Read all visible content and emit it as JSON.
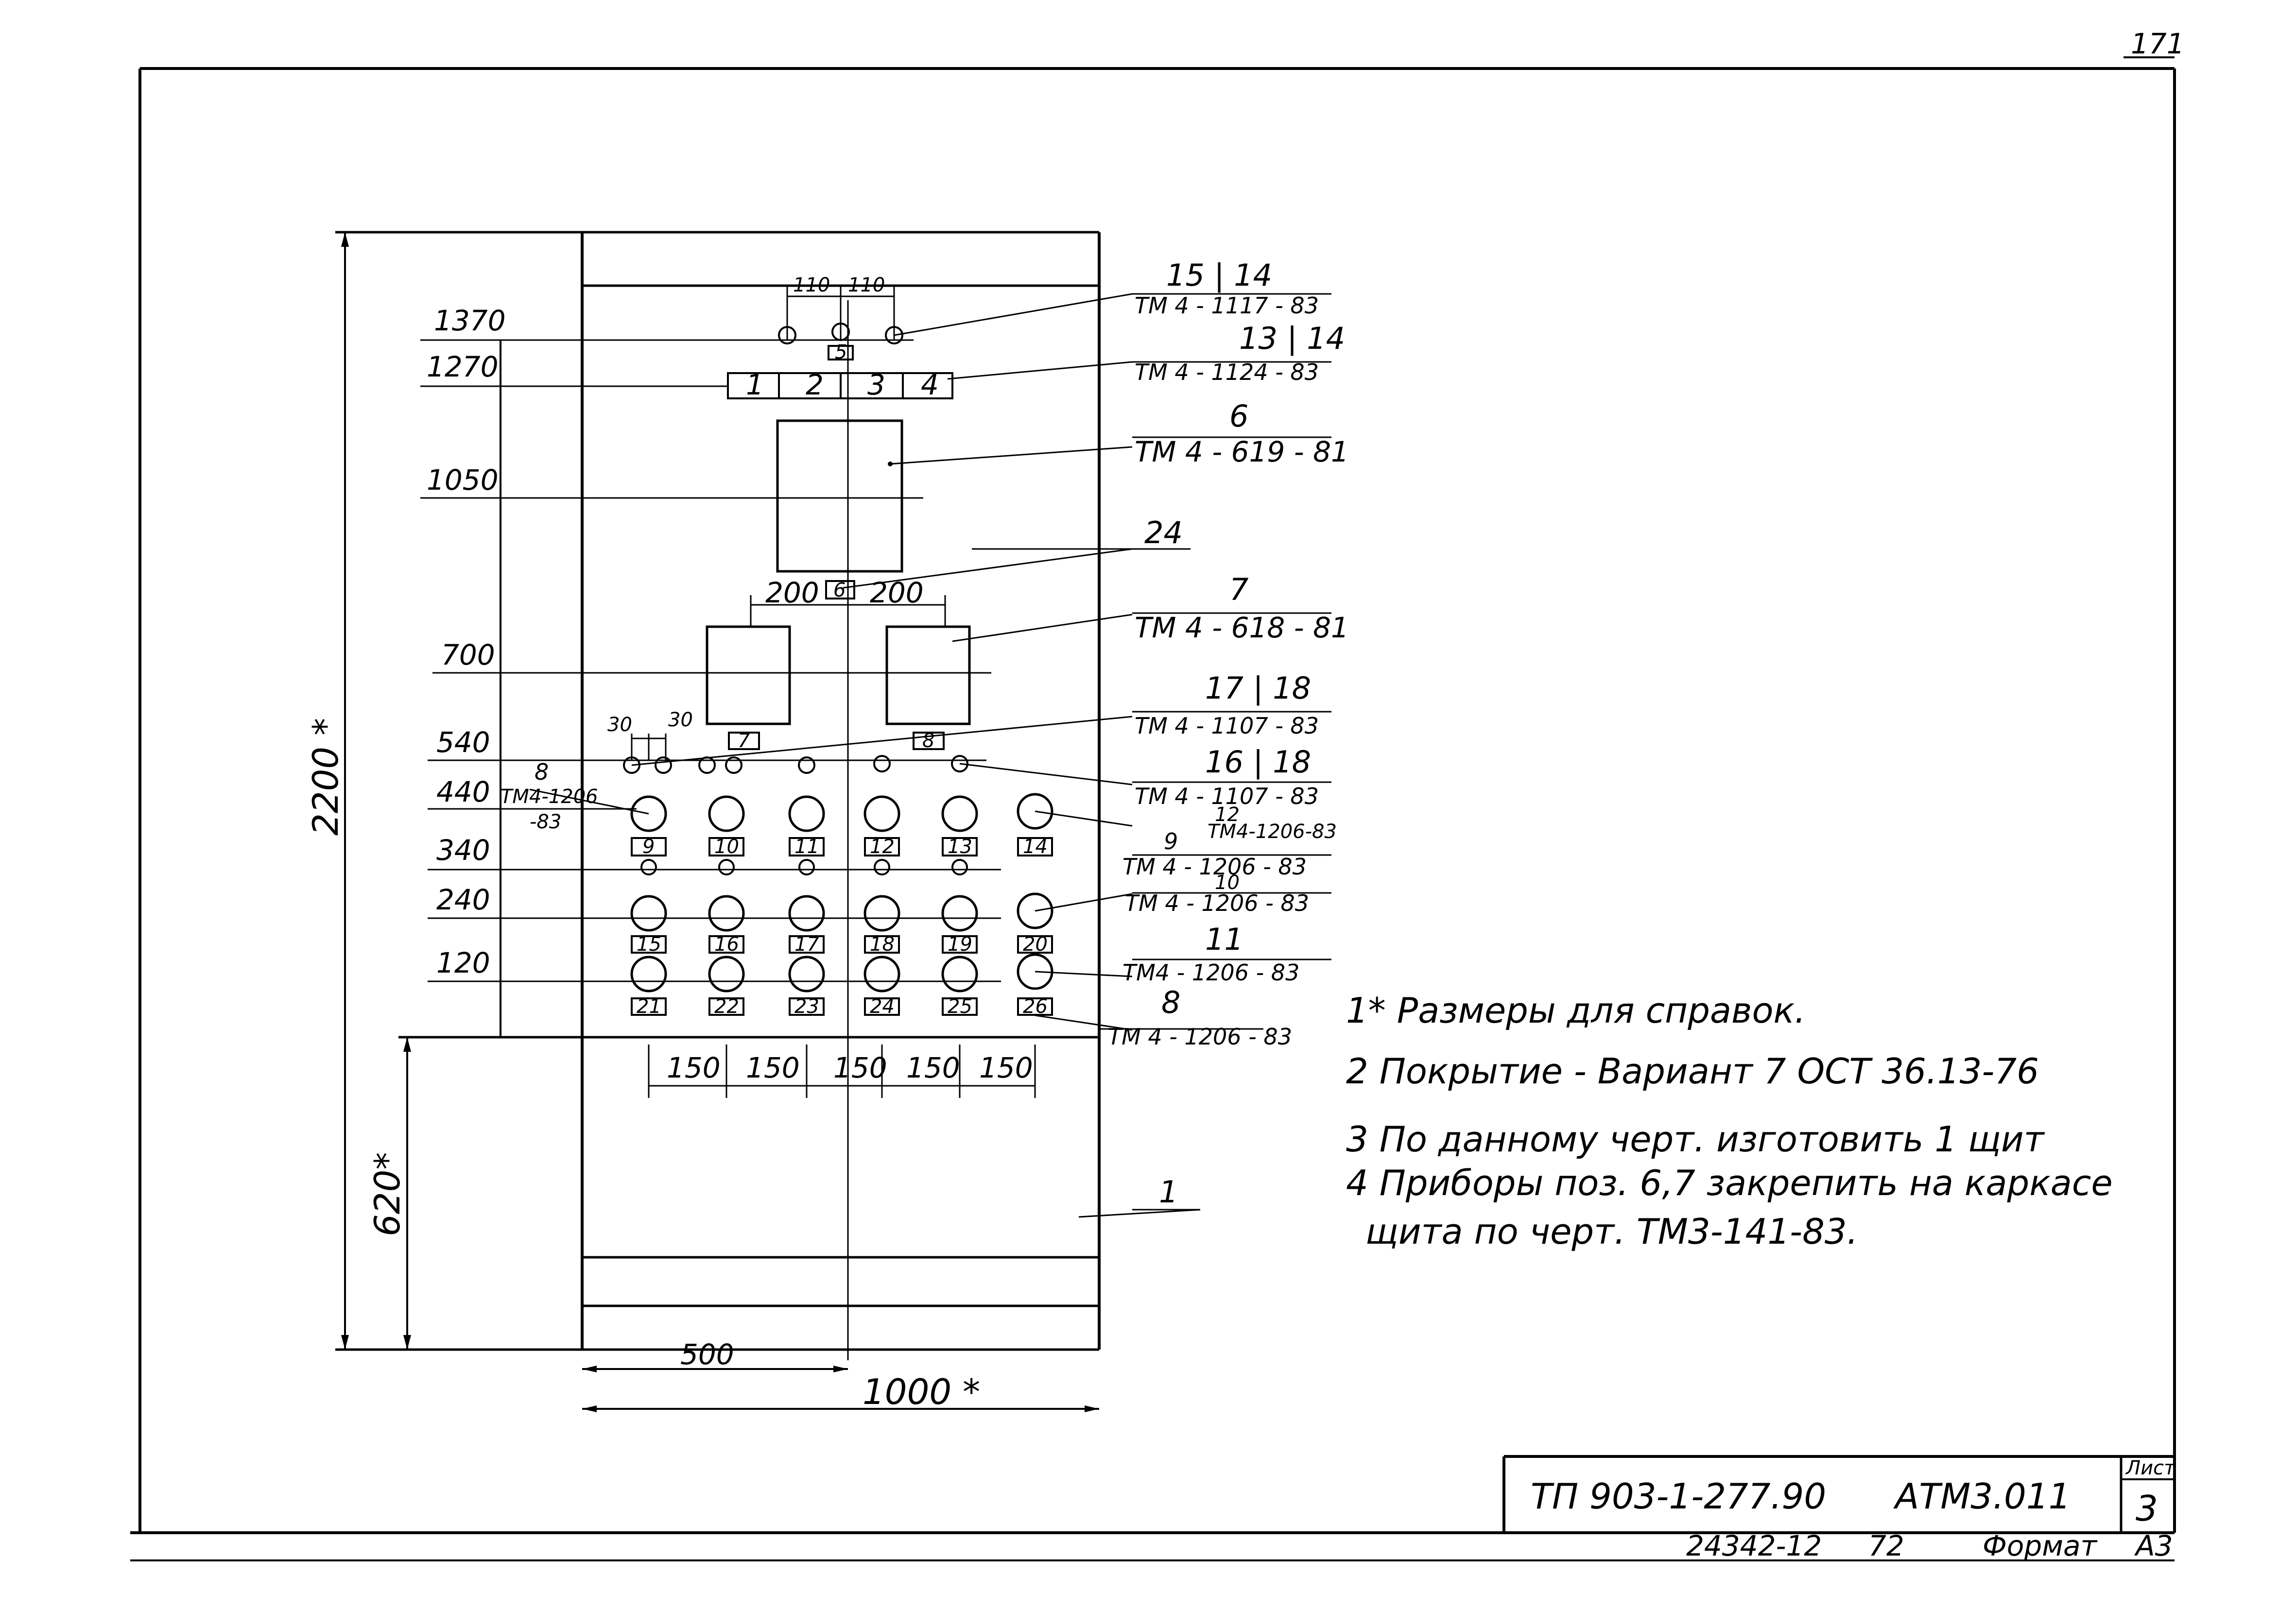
{
  "sheet_corner_number": "171",
  "dimensions": {
    "levels": [
      "1370",
      "1270",
      "1050",
      "700",
      "540",
      "440",
      "340",
      "240",
      "120"
    ],
    "height_total": "2200 *",
    "height_base": "620*",
    "width_half": "500",
    "width_total": "1000 *",
    "top_spacing": [
      "110",
      "110"
    ],
    "meter_spacing": [
      "200",
      "200"
    ],
    "small_spacing": [
      "30",
      "30"
    ],
    "column_spacing": [
      "150",
      "150",
      "150",
      "150",
      "150"
    ]
  },
  "callouts": [
    {
      "pos": "15 | 14",
      "doc": "ТМ 4 - 1117 - 83"
    },
    {
      "pos": "13 | 14",
      "doc": "ТМ 4 - 1124 - 83"
    },
    {
      "pos": "6",
      "doc": "ТМ 4 - 619 - 81"
    },
    {
      "pos": "24",
      "doc": ""
    },
    {
      "pos": "7",
      "doc": "ТМ 4 - 618 - 81"
    },
    {
      "pos": "17 | 18",
      "doc": "ТМ 4 - 1107 - 83"
    },
    {
      "pos": "16 | 18",
      "doc": "ТМ 4 - 1107 - 83"
    },
    {
      "pos": "12",
      "doc": "ТМ4-1206-83"
    },
    {
      "pos": "9",
      "doc": "ТМ 4 - 1206 - 83"
    },
    {
      "pos": "10",
      "doc": "ТМ 4 - 1206 - 83"
    },
    {
      "pos": "11",
      "doc": "ТМ4 - 1206 - 83"
    },
    {
      "pos": "8",
      "doc": "ТМ 4 - 1206 - 83"
    }
  ],
  "left_callout": {
    "pos": "8",
    "doc": "ТМ4-1206",
    "doc2": "-83"
  },
  "panel_item": "1",
  "top_panel_cells": [
    "1",
    "2",
    "3",
    "4"
  ],
  "tags": {
    "top": "5",
    "meter6": "6",
    "meter_left": "7",
    "meter_right": "8",
    "row1": [
      "9",
      "10",
      "11",
      "12",
      "13",
      "14"
    ],
    "row2": [
      "15",
      "16",
      "17",
      "18",
      "19",
      "20"
    ],
    "row3": [
      "21",
      "22",
      "23",
      "24",
      "25",
      "26"
    ]
  },
  "notes": [
    "1* Размеры для справок.",
    "2 Покрытие - Вариант 7 ОСТ 36.13-76",
    "3 По данному черт. изготовить 1 щит",
    "4 Приборы поз. 6,7 закрепить на каркасе",
    "щита по черт. ТМ3-141-83."
  ],
  "title_block": {
    "designation": "ТП 903-1-277.90",
    "code": "АТМ3.011",
    "sheet_label": "Лист",
    "sheet_number": "3",
    "inventory": "24342-12",
    "page_number": "72",
    "format_label": "Формат",
    "format_value": "А3"
  }
}
